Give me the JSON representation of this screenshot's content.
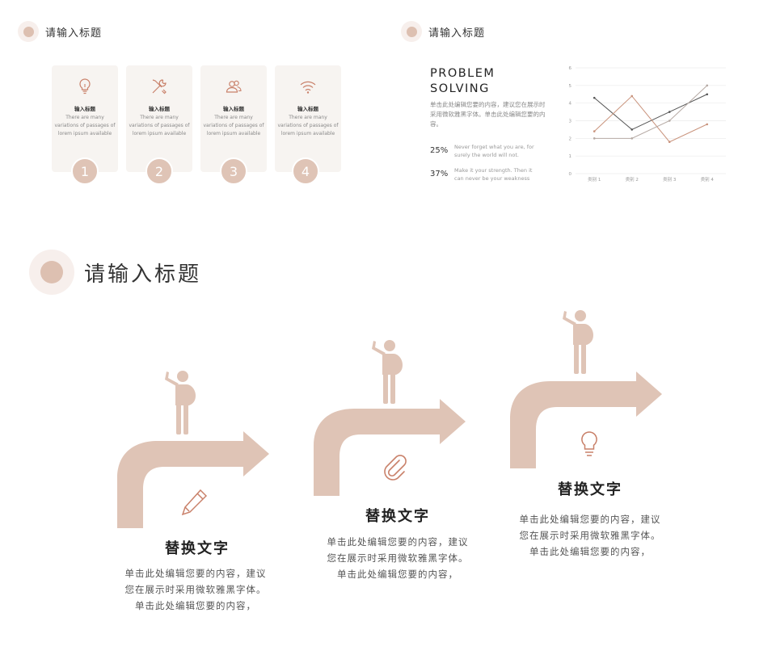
{
  "headers": {
    "left": "请输入标题",
    "right": "请输入标题",
    "main": "请输入标题"
  },
  "cards": [
    {
      "icon": "lightbulb-icon",
      "title": "输入标题",
      "desc": "There are many variations of passages of lorem ipsum available",
      "number": "1"
    },
    {
      "icon": "tools-icon",
      "title": "输入标题",
      "desc": "There are many variations of passages of lorem ipsum available",
      "number": "2"
    },
    {
      "icon": "users-icon",
      "title": "输入标题",
      "desc": "There are many variations of passages of lorem ipsum available",
      "number": "3"
    },
    {
      "icon": "wifi-icon",
      "title": "输入标题",
      "desc": "There are many variations of passages of lorem ipsum available",
      "number": "4"
    }
  ],
  "problem": {
    "title_line1": "PROBLEM",
    "title_line2": "SOLVING",
    "desc": "单击此处编辑您要的内容，建议您在展示时采用微软雅黑字体。单击此处编辑您要的内容。",
    "stats": [
      {
        "pct": "25%",
        "text": "Never forget what you are, for surely the world will not."
      },
      {
        "pct": "37%",
        "text": "Make it your strength. Then it can never be your weakness"
      }
    ]
  },
  "chart_data": {
    "type": "line",
    "categories": [
      "类别 1",
      "类别 2",
      "类别 3",
      "类别 4"
    ],
    "yticks": [
      0,
      1,
      2,
      3,
      4,
      5,
      6
    ],
    "ylim": [
      0,
      6
    ],
    "grid": true,
    "series": [
      {
        "values": [
          4.3,
          2.5,
          3.5,
          4.5
        ],
        "color": "#555555"
      },
      {
        "values": [
          2.4,
          4.4,
          1.8,
          2.8
        ],
        "color": "#c9937c"
      },
      {
        "values": [
          2.0,
          2.0,
          3.0,
          5.0
        ],
        "color": "#b5a9a3"
      }
    ]
  },
  "steps": [
    {
      "title": "替换文字",
      "desc1": "单击此处编辑您要的内容，建议",
      "desc2": "您在展示时采用微软雅黑字体。",
      "desc3": "单击此处编辑您要的内容，",
      "icon": "pencil-icon"
    },
    {
      "title": "替换文字",
      "desc1": "单击此处编辑您要的内容，建议",
      "desc2": "您在展示时采用微软雅黑字体。",
      "desc3": "单击此处编辑您要的内容，",
      "icon": "paperclip-icon"
    },
    {
      "title": "替换文字",
      "desc1": "单击此处编辑您要的内容，建议",
      "desc2": "您在展示时采用微软雅黑字体。",
      "desc3": "单击此处编辑您要的内容，",
      "icon": "lightbulb-icon"
    }
  ],
  "colors": {
    "accent": "#dfc4b6",
    "icon_stroke": "#c9816a",
    "card_bg": "#f7f4f1"
  }
}
